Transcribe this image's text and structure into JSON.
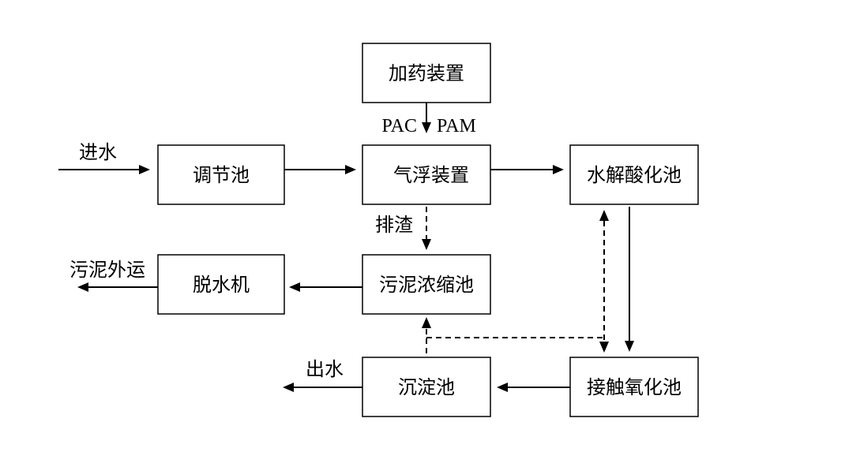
{
  "nodes": {
    "dosing": "加药装置",
    "equalization": "调节池",
    "flotation": "气浮装置",
    "hydrolysis": "水解酸化池",
    "sludge_thickener": "污泥浓缩池",
    "dewatering": "脱水机",
    "sedimentation": "沉淀池",
    "contact_oxidation": "接触氧化池"
  },
  "edge_labels": {
    "inflow": "进水",
    "pac": "PAC",
    "pam": "PAM",
    "slag": "排渣",
    "sludge_out": "污泥外运",
    "outflow": "出水"
  }
}
